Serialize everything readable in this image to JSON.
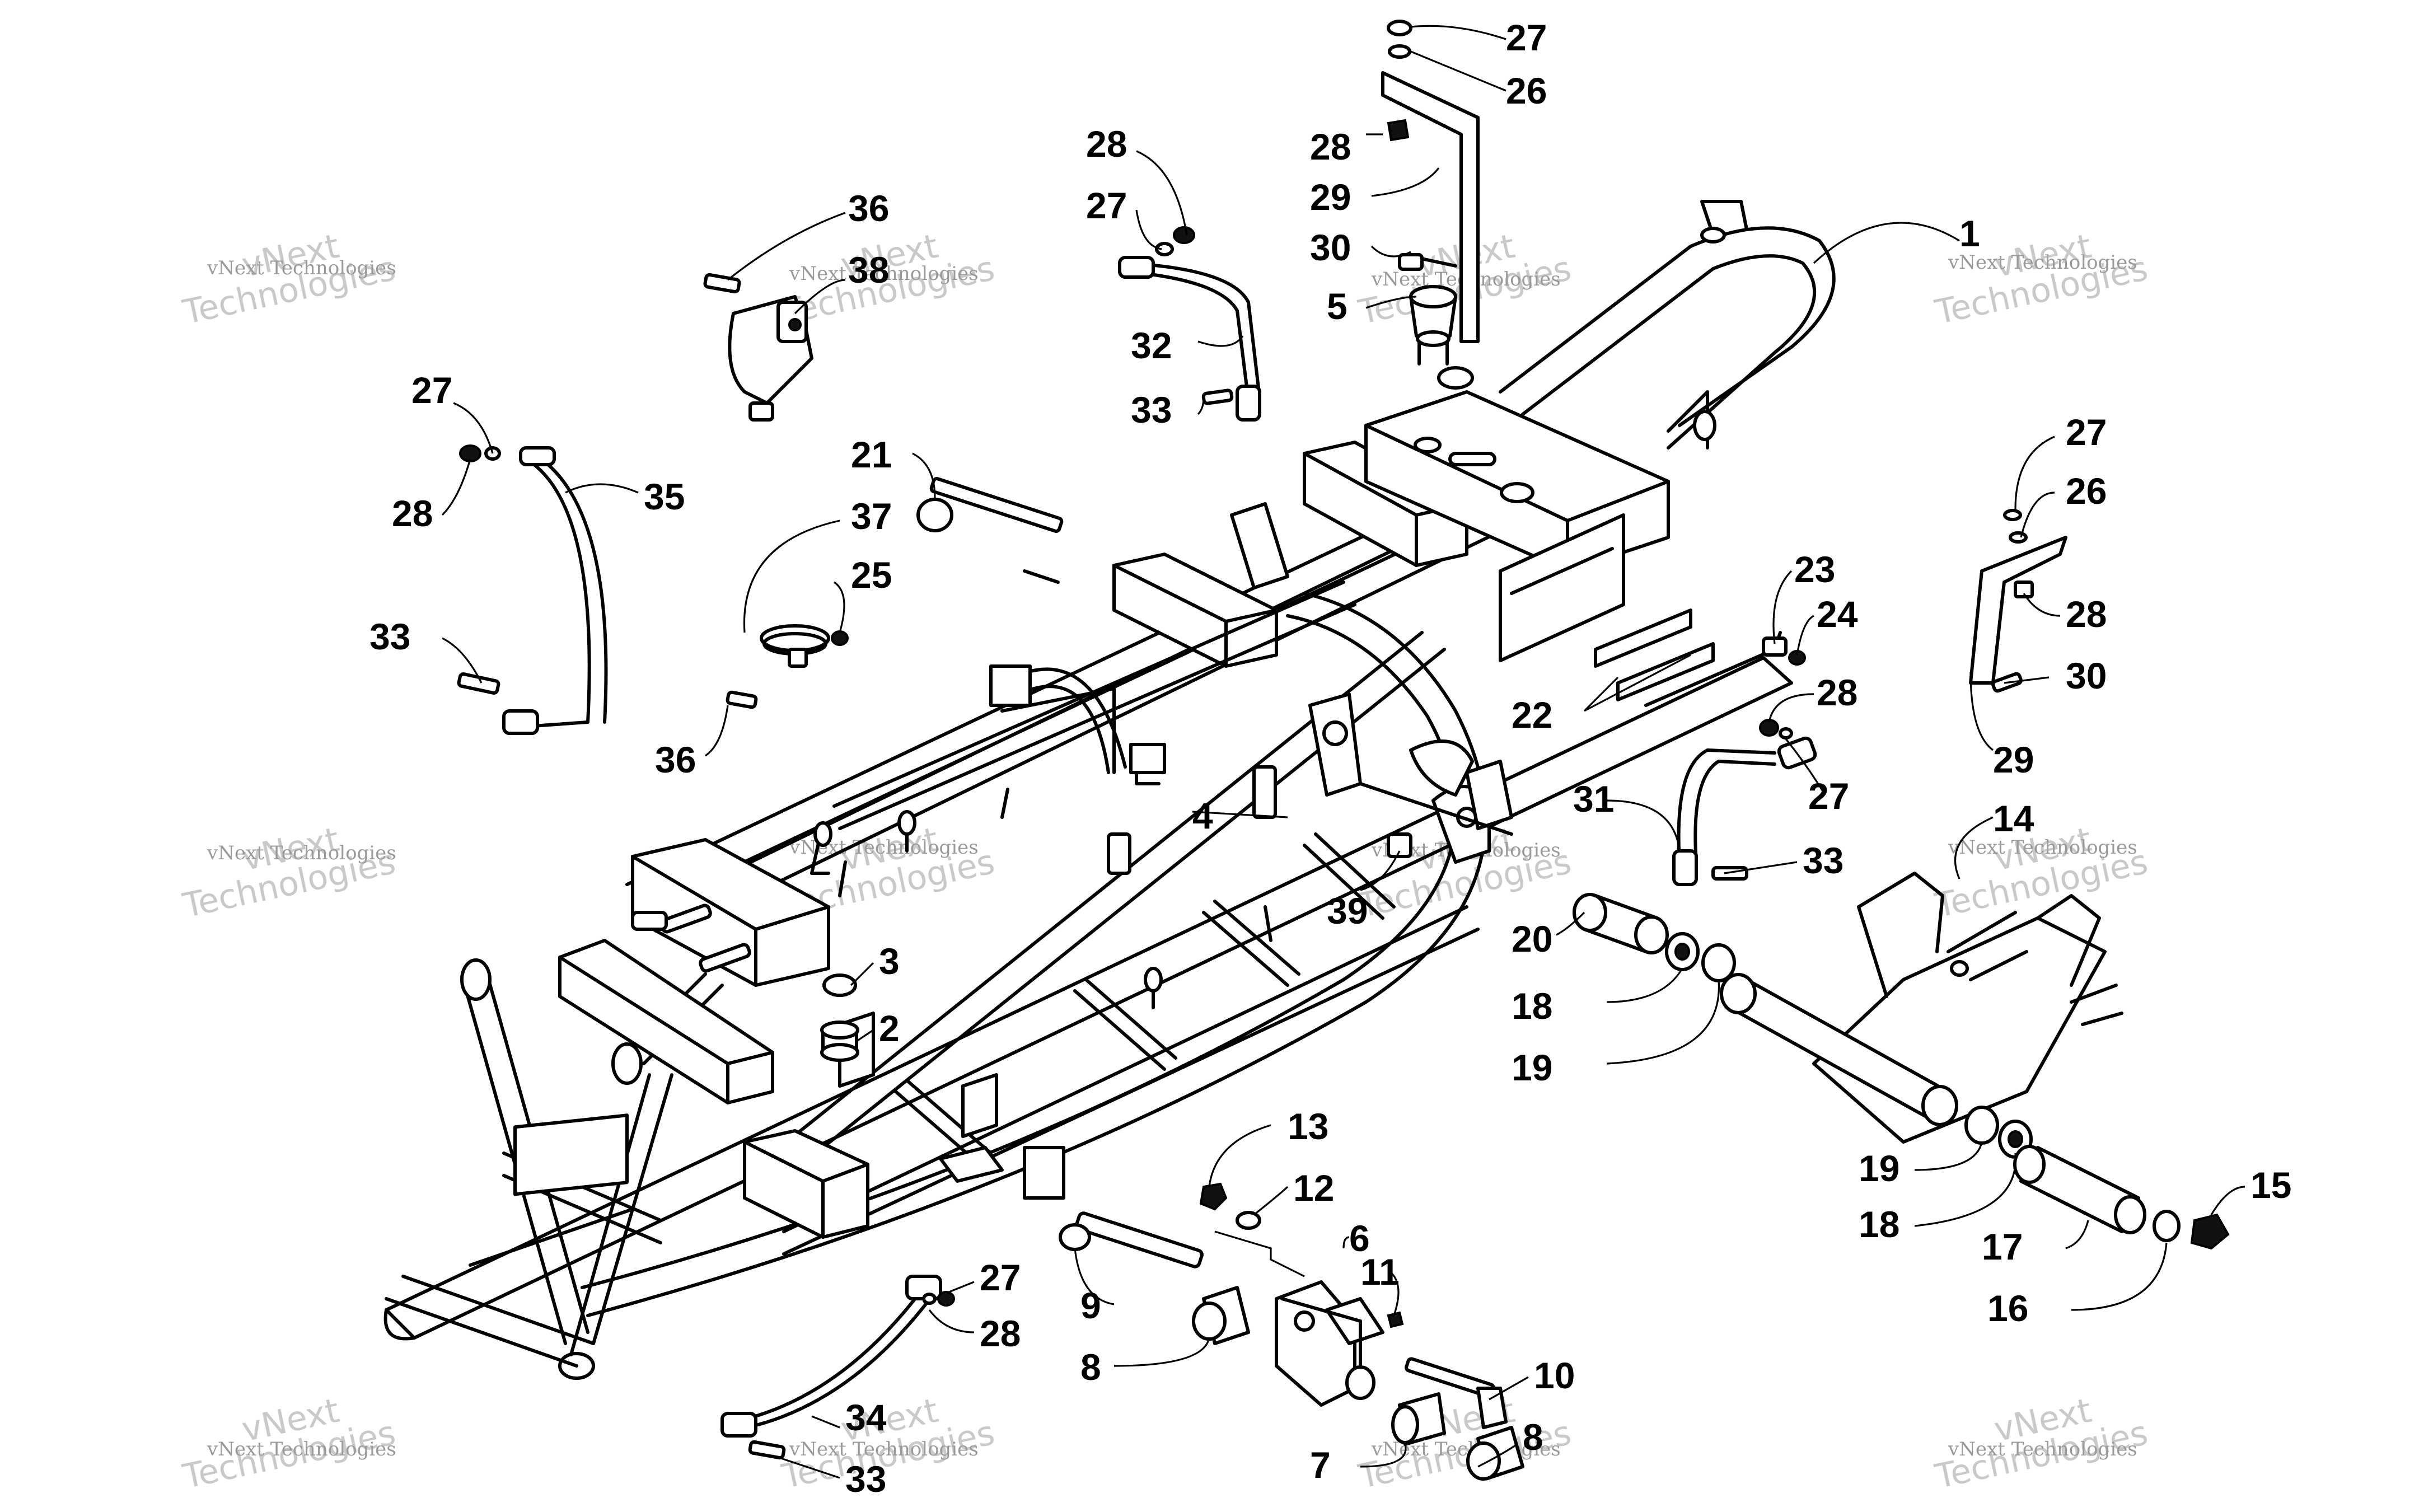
{
  "diagram": {
    "watermark": {
      "line1": "vNext",
      "line2": "Technologies",
      "small": "vNext Technologies"
    },
    "callouts": [
      {
        "id": "c27a",
        "label": "27"
      },
      {
        "id": "c26a",
        "label": "26"
      },
      {
        "id": "c28a",
        "label": "28"
      },
      {
        "id": "c29a",
        "label": "29"
      },
      {
        "id": "c30a",
        "label": "30"
      },
      {
        "id": "c5",
        "label": "5"
      },
      {
        "id": "c1",
        "label": "1"
      },
      {
        "id": "c28b",
        "label": "28"
      },
      {
        "id": "c27b",
        "label": "27"
      },
      {
        "id": "c32",
        "label": "32"
      },
      {
        "id": "c33a",
        "label": "33"
      },
      {
        "id": "c36a",
        "label": "36"
      },
      {
        "id": "c38",
        "label": "38"
      },
      {
        "id": "c27c",
        "label": "27"
      },
      {
        "id": "c28c",
        "label": "28"
      },
      {
        "id": "c35",
        "label": "35"
      },
      {
        "id": "c33b",
        "label": "33"
      },
      {
        "id": "c21",
        "label": "21"
      },
      {
        "id": "c37",
        "label": "37"
      },
      {
        "id": "c25",
        "label": "25"
      },
      {
        "id": "c36b",
        "label": "36"
      },
      {
        "id": "c23",
        "label": "23"
      },
      {
        "id": "c24",
        "label": "24"
      },
      {
        "id": "c22",
        "label": "22"
      },
      {
        "id": "c28d",
        "label": "28"
      },
      {
        "id": "c27d",
        "label": "27"
      },
      {
        "id": "c26b",
        "label": "26"
      },
      {
        "id": "c28e",
        "label": "28"
      },
      {
        "id": "c30b",
        "label": "30"
      },
      {
        "id": "c29b",
        "label": "29"
      },
      {
        "id": "c31",
        "label": "31"
      },
      {
        "id": "c27e",
        "label": "27"
      },
      {
        "id": "c33c",
        "label": "33"
      },
      {
        "id": "c14",
        "label": "14"
      },
      {
        "id": "c4",
        "label": "4"
      },
      {
        "id": "c39",
        "label": "39"
      },
      {
        "id": "c3",
        "label": "3"
      },
      {
        "id": "c2",
        "label": "2"
      },
      {
        "id": "c20",
        "label": "20"
      },
      {
        "id": "c18a",
        "label": "18"
      },
      {
        "id": "c19a",
        "label": "19"
      },
      {
        "id": "c13",
        "label": "13"
      },
      {
        "id": "c12",
        "label": "12"
      },
      {
        "id": "c6",
        "label": "6"
      },
      {
        "id": "c11",
        "label": "11"
      },
      {
        "id": "c9",
        "label": "9"
      },
      {
        "id": "c8a",
        "label": "8"
      },
      {
        "id": "c10",
        "label": "10"
      },
      {
        "id": "c8b",
        "label": "8"
      },
      {
        "id": "c7",
        "label": "7"
      },
      {
        "id": "c19b",
        "label": "19"
      },
      {
        "id": "c18b",
        "label": "18"
      },
      {
        "id": "c17",
        "label": "17"
      },
      {
        "id": "c15",
        "label": "15"
      },
      {
        "id": "c16",
        "label": "16"
      },
      {
        "id": "c27f",
        "label": "27"
      },
      {
        "id": "c28f",
        "label": "28"
      },
      {
        "id": "c34",
        "label": "34"
      },
      {
        "id": "c33d",
        "label": "33"
      }
    ]
  }
}
